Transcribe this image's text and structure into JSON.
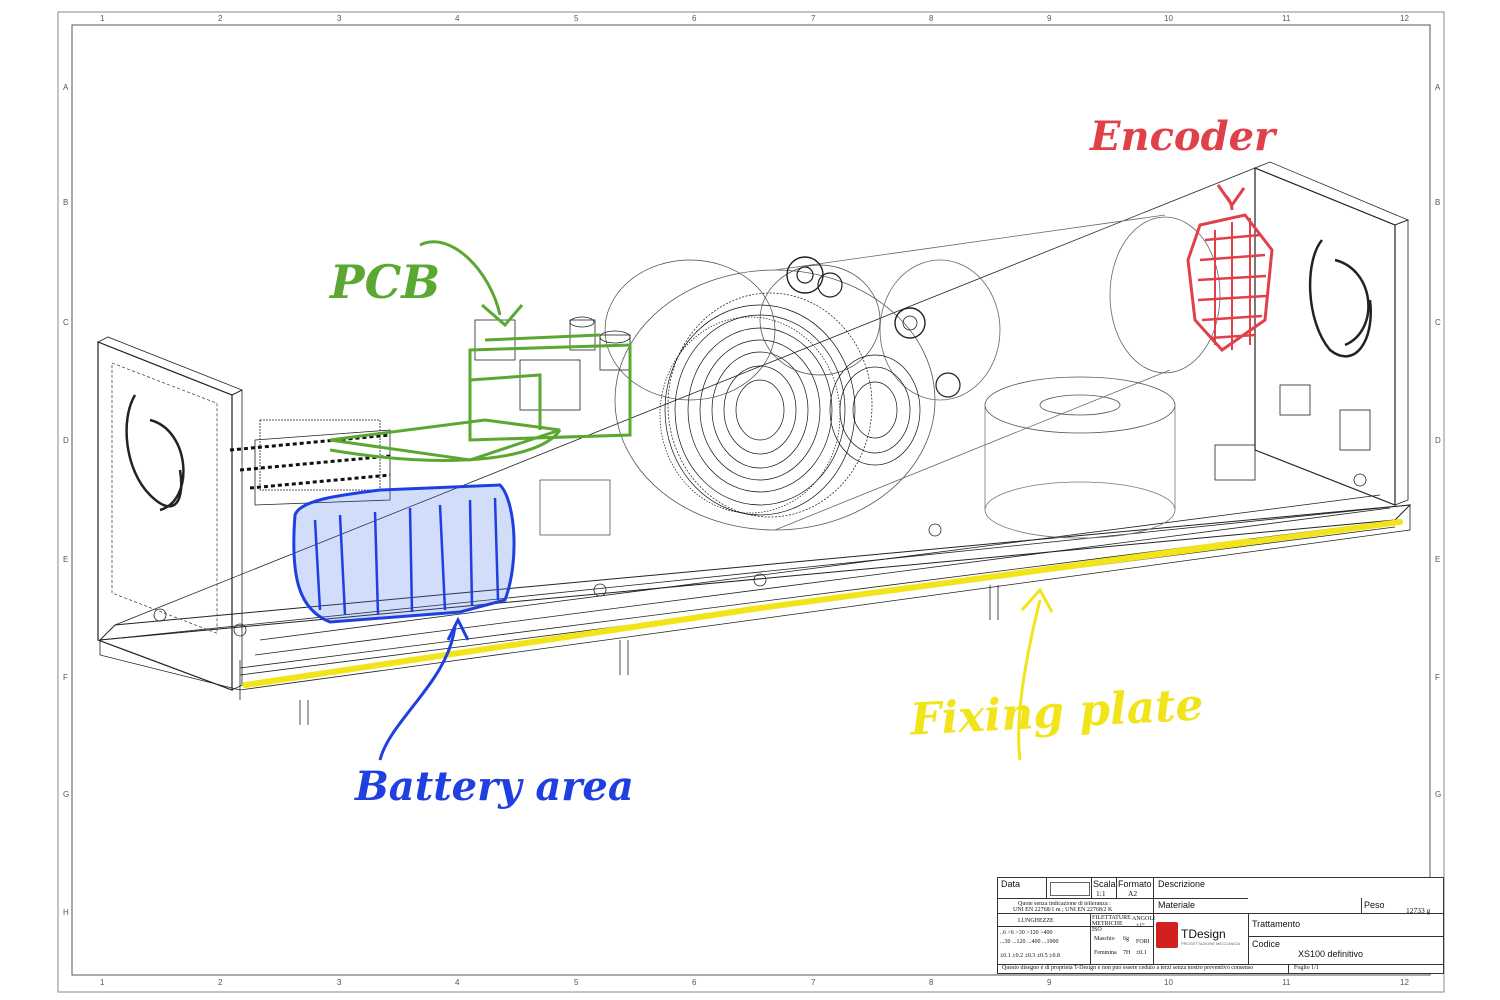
{
  "frame": {
    "column_numbers": [
      "1",
      "2",
      "3",
      "4",
      "5",
      "6",
      "7",
      "8",
      "9",
      "10",
      "11",
      "12"
    ],
    "row_letters": [
      "A",
      "B",
      "C",
      "D",
      "E",
      "F",
      "G",
      "H"
    ]
  },
  "annotations": {
    "pcb": {
      "text": "PCB",
      "color": "#5aa832"
    },
    "encoder": {
      "text": "Encoder",
      "color": "#e0404a"
    },
    "battery": {
      "text": "Battery area",
      "color": "#1f3fe0"
    },
    "fixing": {
      "text": "Fixing plate",
      "color": "#f2e41a"
    }
  },
  "title_block": {
    "data_label": "Data",
    "scala_label": "Scala",
    "scala_value": "1:1",
    "formato_label": "Formato",
    "formato_value": "A2",
    "descrizione_label": "Descrizione",
    "tolerance_note_1": "Quote senza indicazione di telleranza :",
    "tolerance_note_2": "UNI EN 22768/1 m ; UNI EN 22768/2 K",
    "materiale_label": "Materiale",
    "peso_label": "Peso",
    "peso_value": "12733 g",
    "lunghezze_label": "LUNGHEZZE",
    "filettature_label": "FILETTATURE METRICHE ISO",
    "angoli_label": "ANGOLI",
    "angoli_value": "±1°",
    "len_row1": "..6  >6  >30 >120 >400",
    "len_row2": "...30 ...120 ...400 ...1000",
    "len_row3": "±0.1 ±0.2 ±0.3 ±0.5 ±0.8",
    "maschio_label": "Maschio",
    "maschio_value": "6g",
    "fori_label": "FORI",
    "femmina_label": "Femmina",
    "femmina_value": "7H",
    "fori_value": "±0.1",
    "trattamento_label": "Trattamento",
    "codice_label": "Codice",
    "codice_value": "XS100 definitivo",
    "logo_name": "TDesign",
    "logo_sub": "PROGETTAZIONE MECCANICA",
    "foglio_value": "Foglio 1/1",
    "ownership_note": "Questo disegno è di proprietà T-Design e non può essere ceduto a terzi senza nostro preventivo consenso"
  }
}
